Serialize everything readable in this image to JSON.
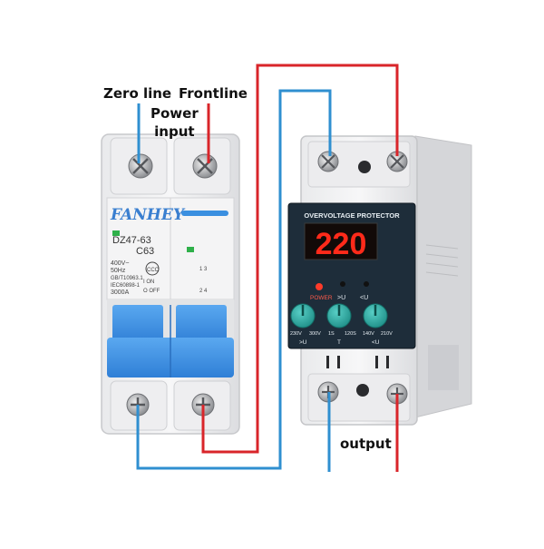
{
  "labels": {
    "zero_line": "Zero line",
    "frontline": "Frontline",
    "power_input": "Power\ninput",
    "output": "output"
  },
  "breaker": {
    "brand": "FANHEY",
    "model": "DZ47-63",
    "rating": "C63",
    "spec_1": "400V~",
    "spec_2": "50Hz",
    "spec_3": "GB/T10963.1",
    "spec_4": "IEC60898-1",
    "spec_5": "3000A",
    "on_label": "I ON",
    "off_label": "O OFF",
    "terminal_top": "1 3",
    "terminal_bottom": "2 4"
  },
  "protector": {
    "title": "OVERVOLTAGE PROTECTOR",
    "display_value": "220",
    "led_power": "POWER",
    "led_over": ">U",
    "led_under": "<U",
    "knob1_min": "230V",
    "knob1_max": "300V",
    "knob1_name": ">U",
    "knob2_min": "1S",
    "knob2_max": "120S",
    "knob2_name": "T",
    "knob3_min": "140V",
    "knob3_max": "210V",
    "knob3_name": "<U"
  },
  "colors": {
    "live_wire": "#d9252a",
    "neutral_wire": "#2f8fd0",
    "breaker_blue": "#3a8fe0",
    "display_red": "#ff2a1a"
  }
}
